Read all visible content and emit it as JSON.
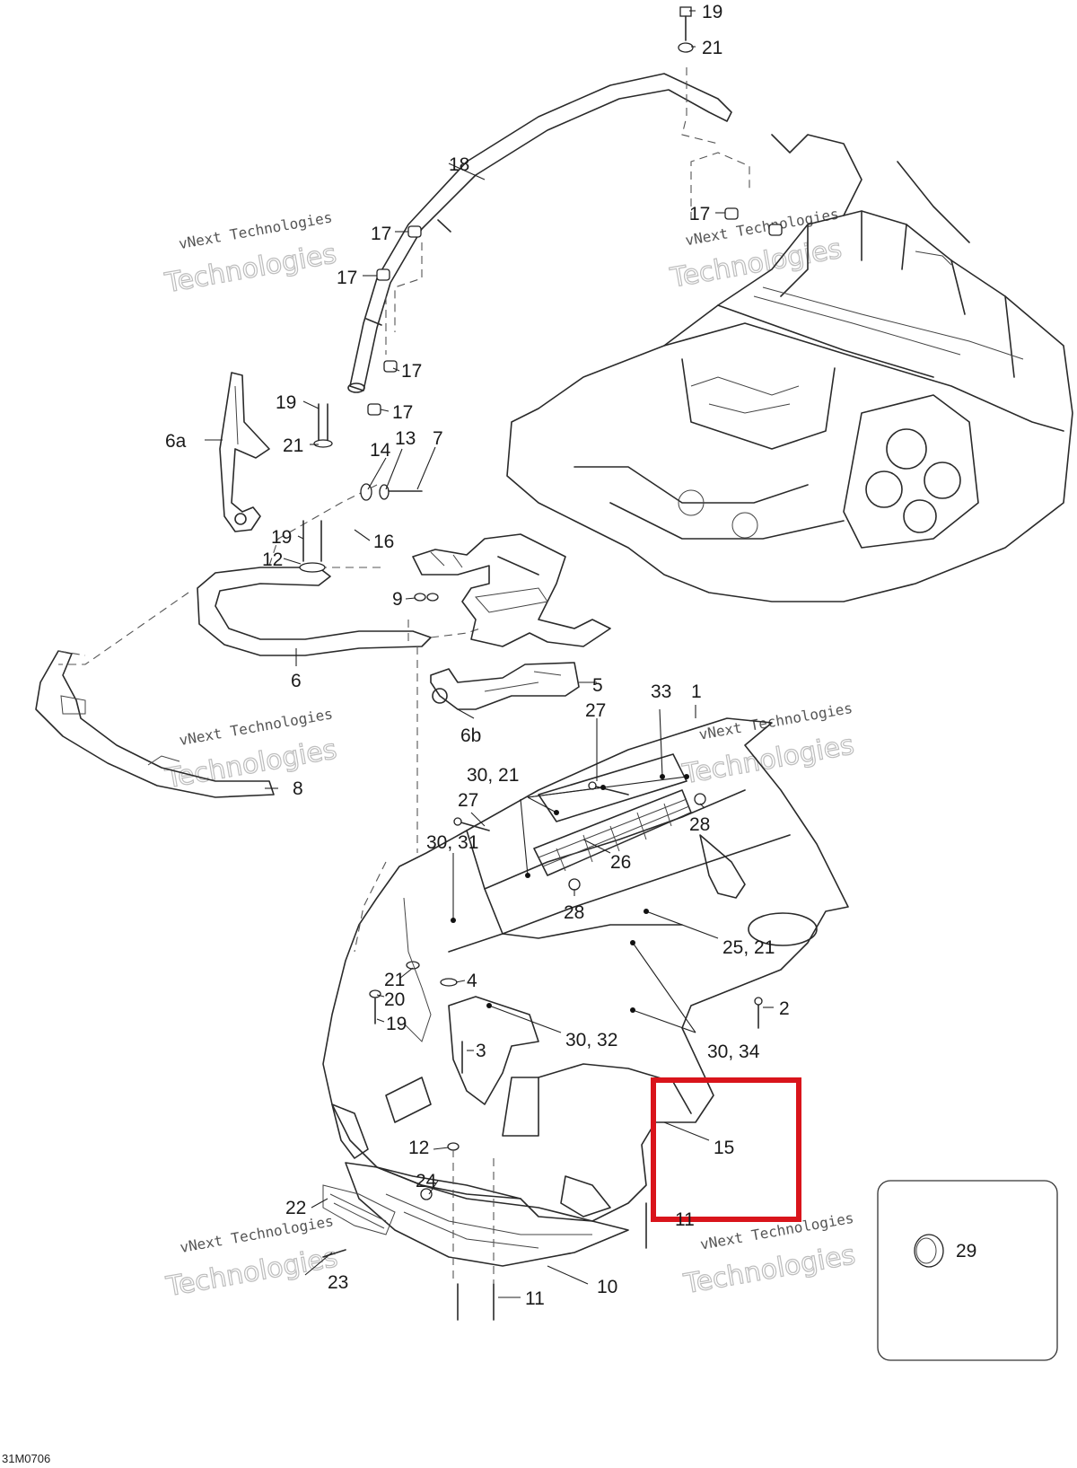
{
  "drawing_code": "31M0706",
  "watermark": {
    "line1": "vNext Technologies",
    "line2": "Technologies"
  },
  "highlight_color": "#d9141b",
  "callouts": [
    "19",
    "21",
    "18",
    "17",
    "17",
    "17",
    "17",
    "17",
    "19",
    "6a",
    "21",
    "14",
    "13",
    "7",
    "19",
    "16",
    "12",
    "9",
    "6",
    "5",
    "6b",
    "8",
    "33",
    "1",
    "27",
    "30, 21",
    "27",
    "28",
    "30, 31",
    "26",
    "28",
    "25, 21",
    "4",
    "21",
    "20",
    "2",
    "19",
    "3",
    "30, 32",
    "30, 34",
    "15",
    "12",
    "24",
    "22",
    "11",
    "23",
    "11",
    "10",
    "29"
  ]
}
